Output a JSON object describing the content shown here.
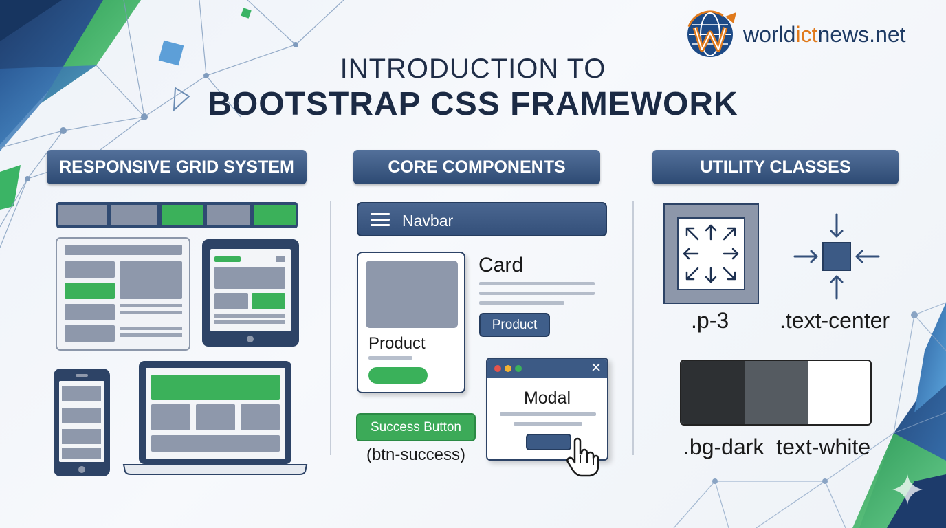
{
  "header": {
    "title_line1": "INTRODUCTION TO",
    "title_line2": "BOOTSTRAP CSS FRAMEWORK"
  },
  "brand": {
    "logo_name": "globe-logo-icon",
    "text_prefix": "world",
    "text_highlight": "ict",
    "text_suffix": "news.net",
    "highlight_color": "#e07a1c"
  },
  "sections": {
    "grid": {
      "title": "RESPONSIVE GRID SYSTEM"
    },
    "components": {
      "title": "CORE COMPONENTS"
    },
    "utilities": {
      "title": "UTILITY CLASSES"
    }
  },
  "components": {
    "navbar_label": "Navbar",
    "card_product_label": "Product",
    "card_title": "Card",
    "card_button_label": "Product",
    "success_button_label": "Success Button",
    "success_button_class": "(btn-success)",
    "modal_title": "Modal"
  },
  "utilities": {
    "padding_label": ".p-3",
    "center_label": ".text-center",
    "bg_label": ".bg-dark  text-white",
    "swatch_colors": [
      "#2d3033",
      "#555b61",
      "#ffffff"
    ]
  },
  "colors": {
    "primary": "#34507a",
    "success": "#3caa58",
    "gray": "#8e98ab",
    "accent_green": "#3bb465"
  }
}
